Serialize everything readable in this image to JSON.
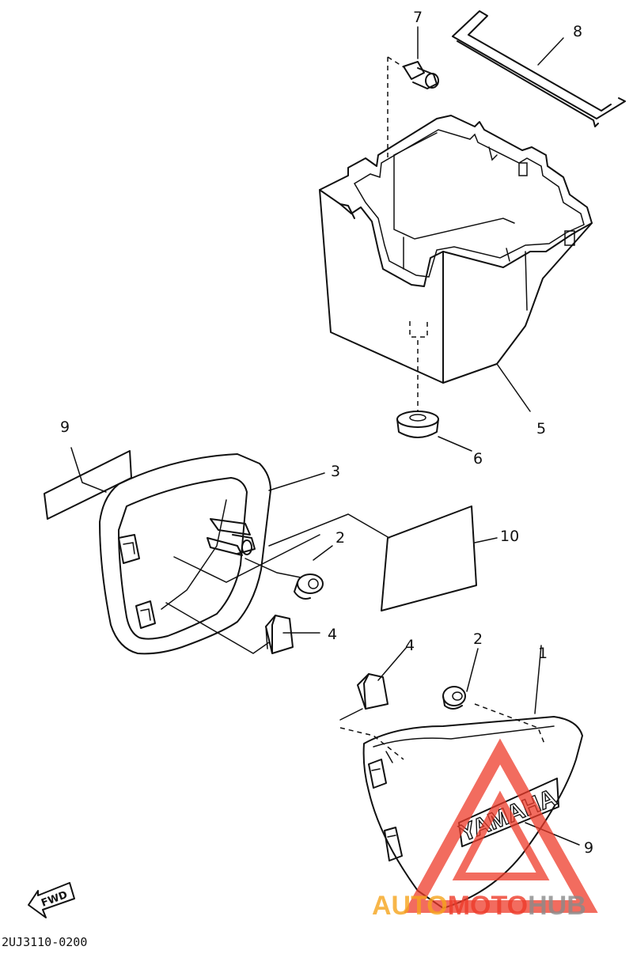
{
  "callouts": [
    {
      "num": "1",
      "part": "side-cover-right"
    },
    {
      "num": "2",
      "part": "grommet"
    },
    {
      "num": "2",
      "part": "grommet-upper"
    },
    {
      "num": "3",
      "part": "side-cover-left"
    },
    {
      "num": "4",
      "part": "damper"
    },
    {
      "num": "4",
      "part": "damper-upper"
    },
    {
      "num": "5",
      "part": "battery-box"
    },
    {
      "num": "6",
      "part": "battery-box-damper"
    },
    {
      "num": "7",
      "part": "bolt"
    },
    {
      "num": "8",
      "part": "battery-band"
    },
    {
      "num": "9",
      "part": "emblem-left"
    },
    {
      "num": "9",
      "part": "emblem-right"
    },
    {
      "num": "10",
      "part": "label"
    }
  ],
  "fwd_label": "FWD",
  "decal_text": "YAMAHA",
  "drawing_code": "2UJ3110-0200",
  "watermark": {
    "part1": "AUTO",
    "part2": "MOTO",
    "part3": "HUB",
    "color_red": "#ee3b2a",
    "color_orange": "#f6a41c",
    "color_gray": "#8a8a8a"
  }
}
